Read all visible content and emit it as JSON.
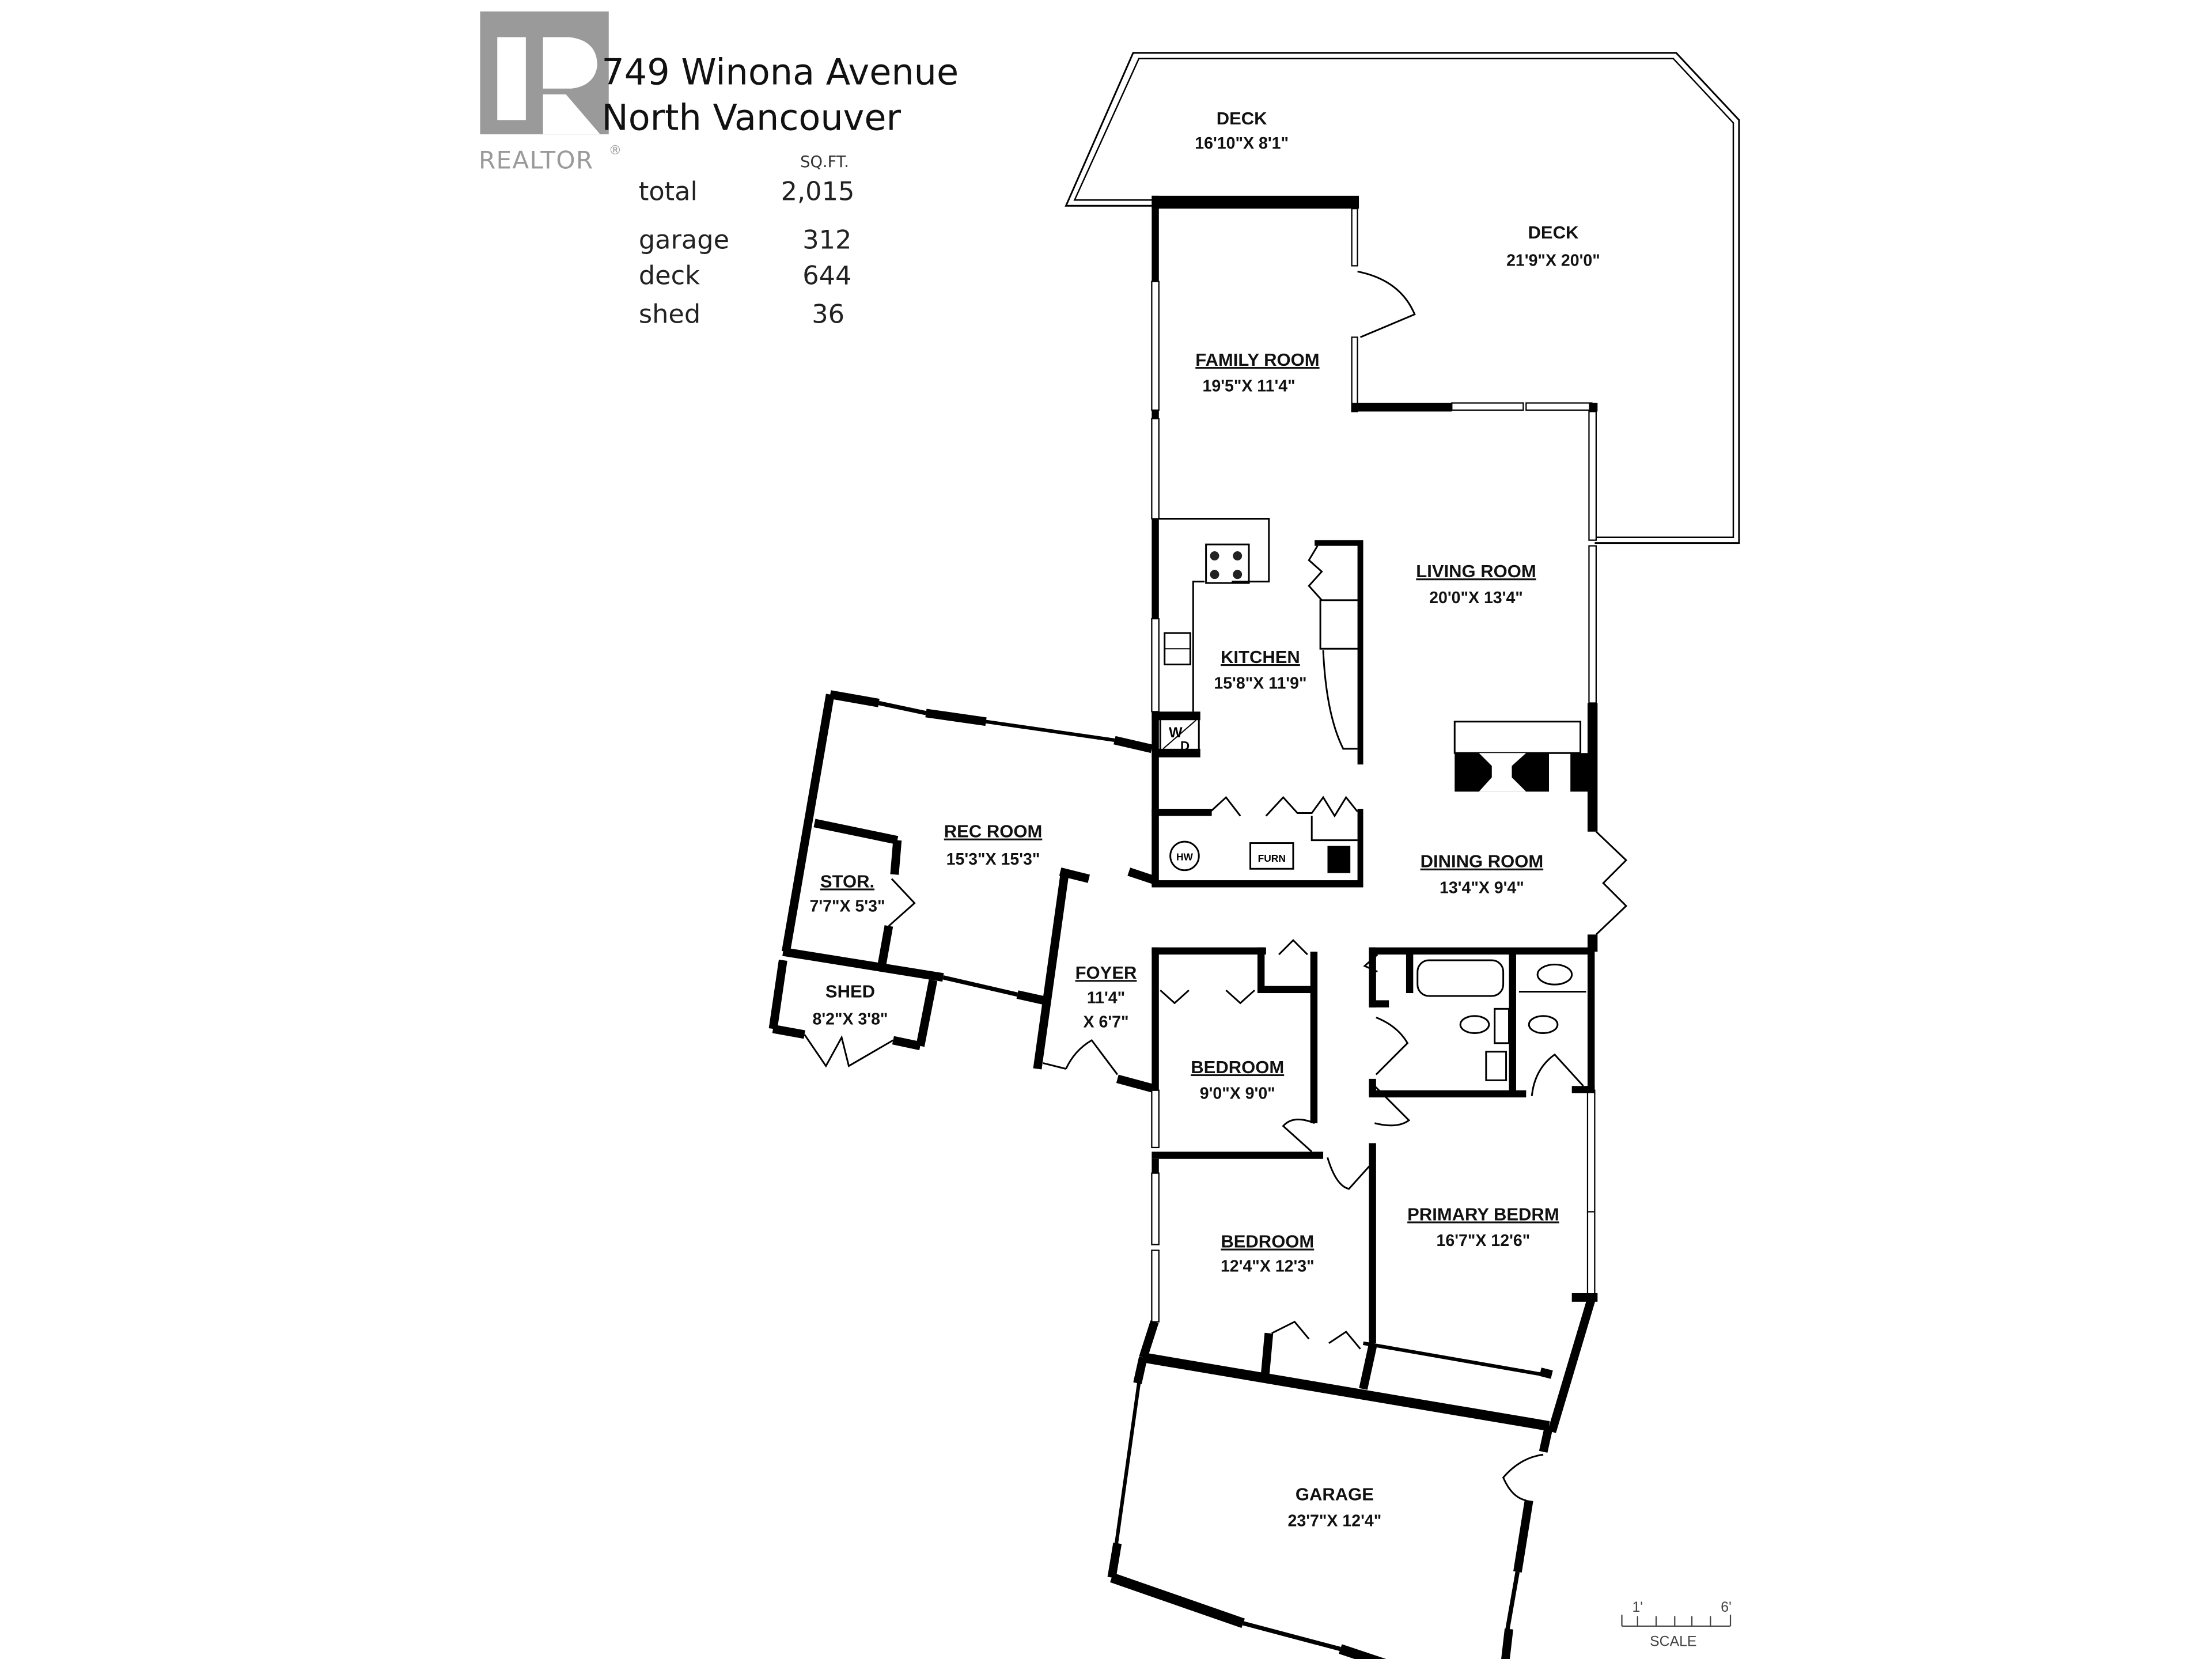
{
  "header": {
    "logo_text": "REALTOR",
    "logo_mark": "®",
    "address_line1": "749 Winona Avenue",
    "address_line2": "North Vancouver"
  },
  "area_table": {
    "unit_header": "SQ.FT.",
    "rows": [
      {
        "label": "total",
        "value": "2,015"
      },
      {
        "label": "garage",
        "value": "312"
      },
      {
        "label": "deck",
        "value": "644"
      },
      {
        "label": "shed",
        "value": "36"
      }
    ]
  },
  "rooms": {
    "deck_small": {
      "name": "DECK",
      "dims": "16'10\"X  8'1\""
    },
    "deck_large": {
      "name": "DECK",
      "dims": "21'9\"X  20'0\""
    },
    "family_room": {
      "name": "FAMILY  ROOM",
      "dims": "19'5\"X  11'4\""
    },
    "living_room": {
      "name": "LIVING  ROOM",
      "dims": "20'0\"X  13'4\""
    },
    "kitchen": {
      "name": "KITCHEN",
      "dims": "15'8\"X  11'9\""
    },
    "rec_room": {
      "name": "REC  ROOM",
      "dims": "15'3\"X  15'3\""
    },
    "storage": {
      "name": "STOR.",
      "dims": "7'7\"X  5'3\""
    },
    "shed": {
      "name": "SHED",
      "dims": "8'2\"X  3'8\""
    },
    "foyer": {
      "name": "FOYER",
      "dims_line1": "11'4\"",
      "dims_line2": "X  6'7\""
    },
    "dining_room": {
      "name": "DINING  ROOM",
      "dims": "13'4\"X  9'4\""
    },
    "bedroom_small": {
      "name": "BEDROOM",
      "dims": "9'0\"X  9'0\""
    },
    "bedroom_mid": {
      "name": "BEDROOM",
      "dims": "12'4\"X  12'3\""
    },
    "primary_bedroom": {
      "name": "PRIMARY  BEDRM",
      "dims": "16'7\"X  12'6\""
    },
    "garage": {
      "name": "GARAGE",
      "dims": "23'7\"X  12'4\""
    }
  },
  "fixtures": {
    "washer_dryer": {
      "w": "W",
      "d": "D"
    },
    "hot_water": "HW",
    "furnace": "FURN"
  },
  "scale_bar": {
    "label": "SCALE",
    "start": "1'",
    "end": "6'"
  },
  "colors": {
    "wall": "#000000",
    "logo_gray": "#9a9a9a",
    "background": "#ffffff"
  }
}
